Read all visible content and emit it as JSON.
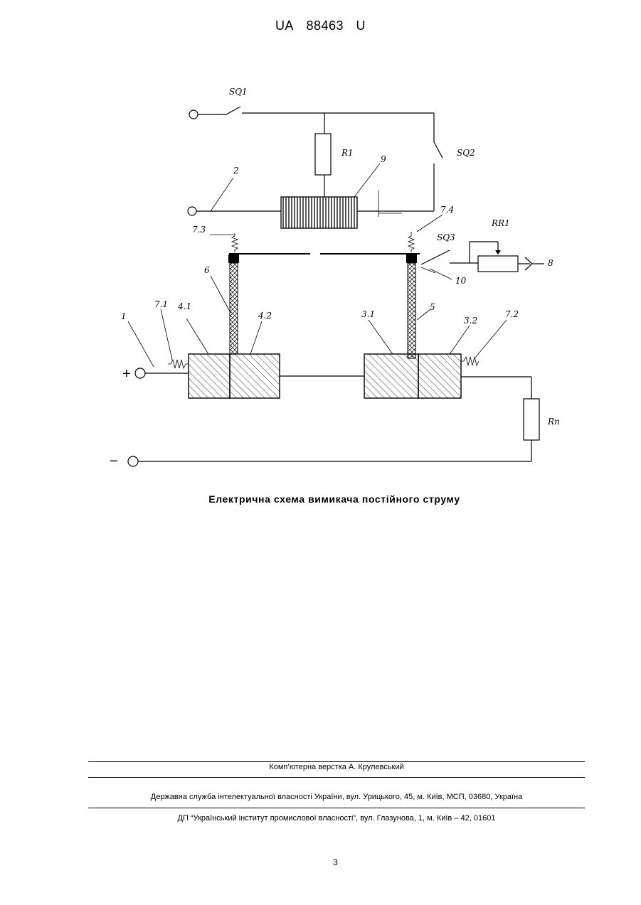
{
  "header": {
    "country": "UA",
    "number": "88463",
    "kind": "U"
  },
  "figure": {
    "labels": {
      "sq1": "SQ1",
      "sq2": "SQ2",
      "sq3": "SQ3",
      "r1": "R1",
      "rr1": "RR1",
      "rn": "Rn",
      "n1": "1",
      "n2": "2",
      "n5": "5",
      "n6": "6",
      "n8": "8",
      "n9": "9",
      "n10": "10",
      "n31": "3.1",
      "n32": "3.2",
      "n41": "4.1",
      "n42": "4.2",
      "n71": "7.1",
      "n72": "7.2",
      "n73": "7.3",
      "n74": "7.4",
      "plus": "+",
      "minus": "−"
    },
    "caption": "Електрична схема вимикача постійного струму"
  },
  "footer": {
    "layout": "Комп’ютерна верстка А. Крулевський",
    "agency": "Державна служба інтелектуальної власності України, вул. Урицького, 45, м. Київ, МСП, 03680, Україна",
    "institute": "ДП “Український інститут промислової власності”, вул. Глазунова, 1, м. Київ – 42, 01601",
    "page": "3"
  }
}
